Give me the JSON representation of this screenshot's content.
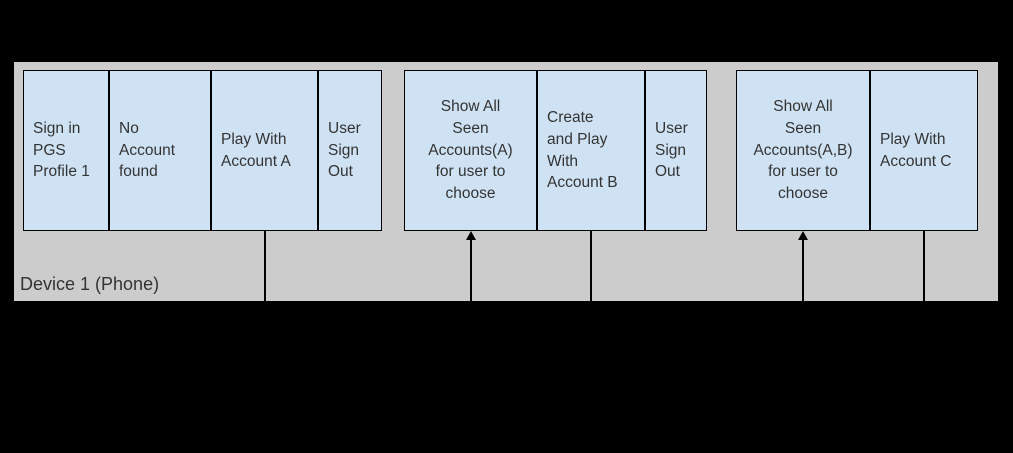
{
  "device": {
    "label": "Device 1 (Phone)"
  },
  "states": [
    {
      "id": "sign-in-pgs-profile-1",
      "label": "Sign in\nPGS\nProfile 1",
      "align": "left"
    },
    {
      "id": "no-account-found",
      "label": "No\nAccount\nfound",
      "align": "left"
    },
    {
      "id": "play-with-account-a",
      "label": "Play With\nAccount A",
      "align": "left"
    },
    {
      "id": "user-sign-out-1",
      "label": "User\nSign\nOut",
      "align": "left"
    },
    {
      "id": "show-all-seen-accounts-a",
      "label": "Show All\nSeen\nAccounts(A)\nfor user to\nchoose",
      "align": "center"
    },
    {
      "id": "create-and-play-with-account-b",
      "label": "Create\nand Play\nWith\nAccount B",
      "align": "left"
    },
    {
      "id": "user-sign-out-2",
      "label": "User\nSign\nOut",
      "align": "left"
    },
    {
      "id": "show-all-seen-accounts-a-b",
      "label": "Show All\nSeen\nAccounts(A,B)\nfor user to\nchoose",
      "align": "center"
    },
    {
      "id": "play-with-account-c",
      "label": "Play With\nAccount C",
      "align": "left"
    }
  ],
  "connectors": [
    {
      "under": "play-with-account-a",
      "type": "line-down"
    },
    {
      "under": "show-all-seen-accounts-a",
      "type": "arrow-up"
    },
    {
      "under": "create-and-play-with-account-b",
      "type": "line-down"
    },
    {
      "under": "show-all-seen-accounts-a-b",
      "type": "arrow-up"
    },
    {
      "under": "play-with-account-c",
      "type": "line-down"
    }
  ],
  "colors": {
    "background": "#000000",
    "band": "#cccccc",
    "box_fill": "#cfe2f3",
    "border": "#000000",
    "text": "#333333"
  }
}
